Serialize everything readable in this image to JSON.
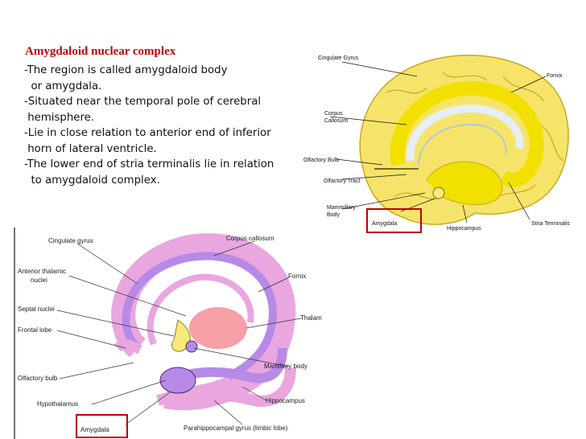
{
  "heading": "Amygdaloid nuclear complex",
  "bullets": [
    "-The region is called amygdaloid body",
    "  or amygdala.",
    "-Situated near the temporal pole of cerebral",
    " hemisphere.",
    "-Lie in close relation to anterior end of inferior",
    " horn of lateral ventricle.",
    "-The lower end of stria terminalis lie in relation",
    "  to amygdaloid complex."
  ],
  "figure_top": {
    "labels": {
      "cingulate": "Cingulate Gyrus",
      "fornix": "Fornix",
      "corpus": "Corpus",
      "callosum": "Callosum",
      "olfactory_bulb": "Olfactory Bulb",
      "olfactory_tract": "Olfactory Tract",
      "mammillary": "Mammillary",
      "body": "Body",
      "amygdala": "Amygdala",
      "hippocampus": "Hippocampus",
      "stria": "Stria Terminalis"
    },
    "colors": {
      "brain": "#f6e46a",
      "limbic": "#f2e000",
      "highlight": "#c00000"
    }
  },
  "figure_bottom": {
    "labels": {
      "cingulate": "Cingulate gyrus",
      "corpus": "Corpus callosum",
      "anterior1": "Anterior thalamic",
      "anterior2": "nuclei",
      "fornix": "Fornix",
      "septal": "Septal nuclei",
      "thalamus": "Thalamus",
      "frontal": "Frontal lobe",
      "mamillary": "Mamillary body",
      "olfactory": "Olfactory bulb",
      "hypothalamus": "Hypothalamus",
      "hippocampus": "Hippocampus",
      "amygdala": "Amygdala",
      "parahippo": "Parahippocampal gyrus (limbic lobe)"
    },
    "colors": {
      "outer": "#e9a6df",
      "band": "#b78ae8",
      "thalamus": "#f4a0a6",
      "septal": "#f7e97a"
    }
  }
}
